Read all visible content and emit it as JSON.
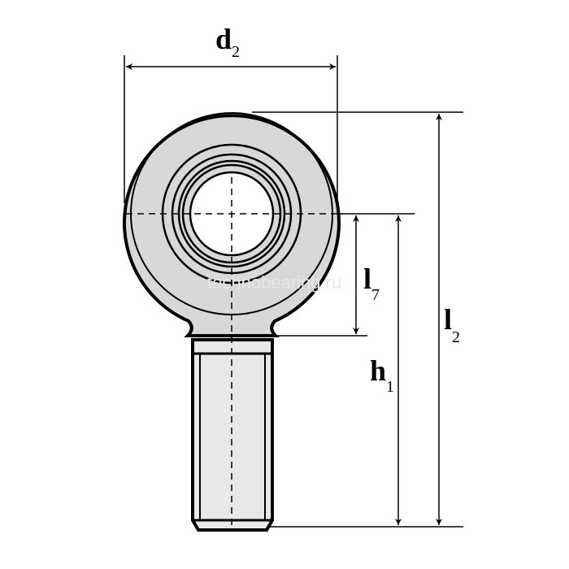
{
  "dimensions": {
    "d2": {
      "main": "d",
      "sub": "2"
    },
    "l2": {
      "main": "l",
      "sub": "2"
    },
    "h1": {
      "main": "h",
      "sub": "1"
    },
    "l7": {
      "main": "l",
      "sub": "7"
    }
  },
  "watermark": "technobearing.ru",
  "colors": {
    "body_fill": "#d8d8d8",
    "shank_fill": "#e8e8e8",
    "line": "#000000"
  }
}
